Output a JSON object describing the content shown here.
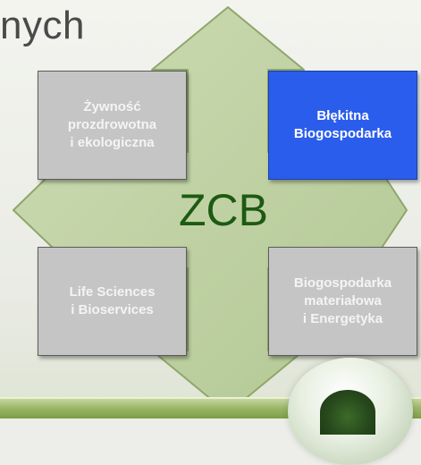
{
  "slide": {
    "title_fragment": "nych",
    "center_label": "ZCB"
  },
  "tiles": [
    {
      "label": "Żywność\nprozdrowotna\ni ekologiczna",
      "state": "inactive"
    },
    {
      "label": "Błękitna\nBiogospodarka",
      "state": "active"
    },
    {
      "label": "Life Sciences\ni Bioservices",
      "state": "inactive"
    },
    {
      "label": "Biogospodarka\nmateriałowa\ni Energetyka",
      "state": "inactive"
    }
  ],
  "colors": {
    "cross_fill": "#bccfa0",
    "cross_stroke": "#8fa66a",
    "tile_inactive": "#c5c5c5",
    "tile_active": "#2b5dec",
    "center_label": "#1d5a12"
  }
}
